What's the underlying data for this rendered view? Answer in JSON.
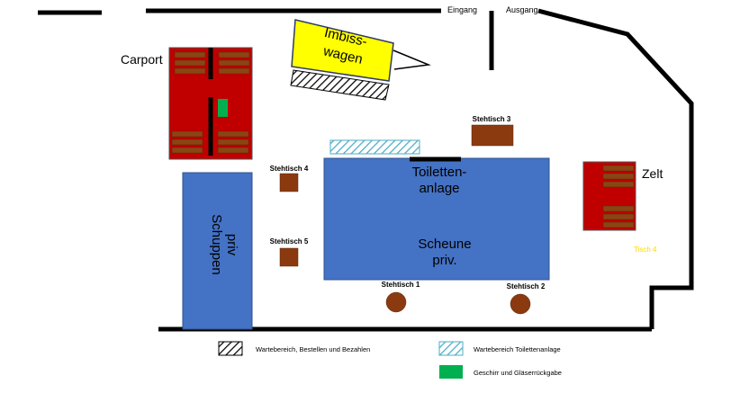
{
  "labels": {
    "eingang": "Eingang",
    "ausgang": "Ausgang",
    "carport": "Carport",
    "imbiss_line1": "Imbiss-",
    "imbiss_line2": "wagen",
    "toilet_line1": "Toiletten-",
    "toilet_line2": "anlage",
    "scheune_line1": "Scheune",
    "scheune_line2": "priv.",
    "schuppen_line1": "Schuppen",
    "schuppen_line2": "priv",
    "zelt": "Zelt",
    "tisch4": "Tisch 4",
    "stehtisch1": "Stehtisch 1",
    "stehtisch2": "Stehtisch 2",
    "stehtisch3": "Stehtisch 3",
    "stehtisch4": "Stehtisch 4",
    "stehtisch5": "Stehtisch 5"
  },
  "legend": {
    "waiting_order": "Wartebereich, Bestellen und Bezahlen",
    "waiting_toilet": "Wartebereich Toilettenanlage",
    "dishes_return": "Geschirr und Gläserrückgabe"
  },
  "colors": {
    "wall": "#000000",
    "building_blue": "#4472c4",
    "carport_red": "#c00000",
    "bench_brown": "#8b4513",
    "table_brown": "#8b3a0f",
    "food_truck_yellow": "#ffff00",
    "dishes_green": "#00b050",
    "toilet_hatch": "#4bacc6",
    "tisch4_text": "#ffd700"
  }
}
